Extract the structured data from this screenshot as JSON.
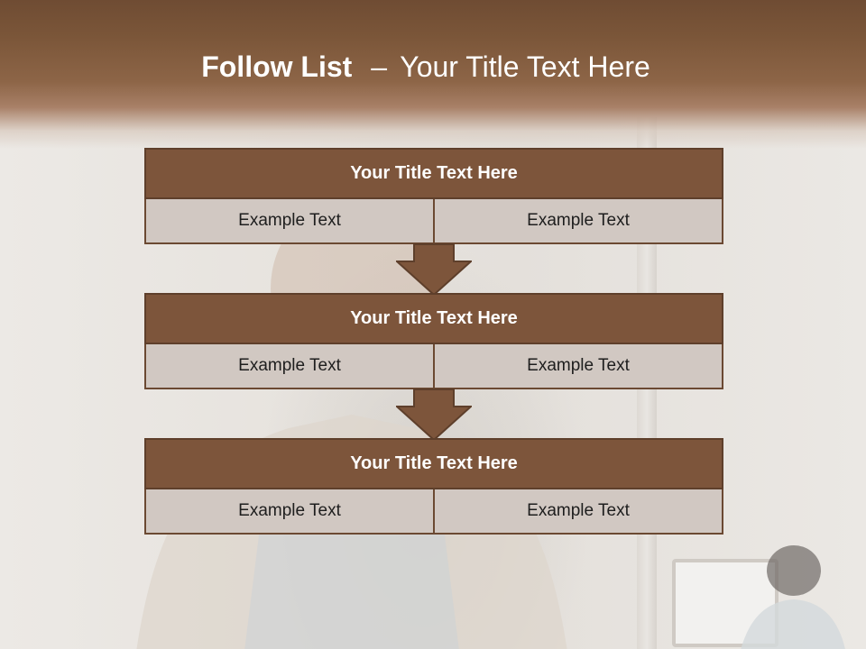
{
  "slide": {
    "title_bold": "Follow List",
    "title_dash": "–",
    "title_rest": "Your Title Text Here"
  },
  "blocks": [
    {
      "title": "Your Title Text Here",
      "left": "Example Text",
      "right": "Example Text"
    },
    {
      "title": "Your Title Text Here",
      "left": "Example Text",
      "right": "Example Text"
    },
    {
      "title": "Your Title Text Here",
      "left": "Example Text",
      "right": "Example Text"
    }
  ],
  "colors": {
    "header_brown": "#7b5639",
    "block_title": "#7d553b",
    "block_cell": "#d1c8c2",
    "arrow": "#7d553b"
  },
  "icons": [
    "down-arrow-icon",
    "down-arrow-icon"
  ]
}
